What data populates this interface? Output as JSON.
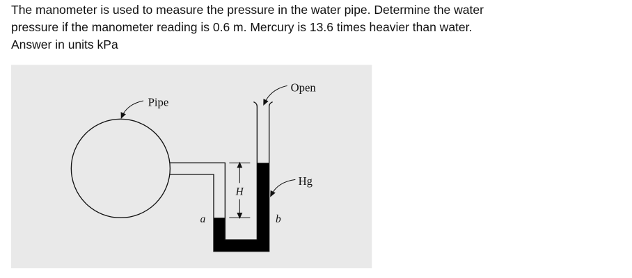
{
  "question": {
    "lines": [
      "The manometer is used to measure the pressure in the water pipe. Determine the water",
      "pressure if the manometer reading is 0.6 m. Mercury is 13.6 times heavier than water.",
      "Answer in units kPa"
    ]
  },
  "figure": {
    "labels": {
      "pipe": "Pipe",
      "open": "Open",
      "hg": "Hg",
      "height": "H",
      "point_a": "a",
      "point_b": "b"
    },
    "colors": {
      "background": "#e9e9e9",
      "mercury": "#000000"
    }
  }
}
